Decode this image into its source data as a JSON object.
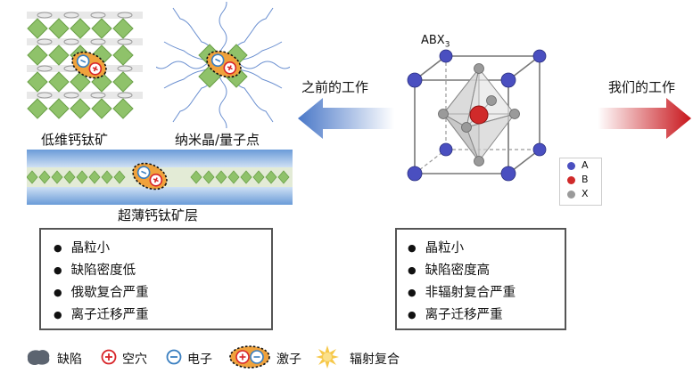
{
  "panels": {
    "low_dim": "低维钙钛矿",
    "nanocrystal": "纳米晶/量子点",
    "ultrathin": "超薄钙钛矿层"
  },
  "arrows": {
    "previous_work": "之前的工作",
    "our_work": "我们的工作"
  },
  "structure": {
    "formula_main": "ABX",
    "formula_sub": "3",
    "legend": [
      {
        "label": "A",
        "color": "#4a4fc0"
      },
      {
        "label": "B",
        "color": "#d02a2a"
      },
      {
        "label": "X",
        "color": "#9a9a9a"
      }
    ]
  },
  "left_box": [
    "晶粒小",
    "缺陷密度低",
    "俄歇复合严重",
    "离子迁移严重"
  ],
  "right_box": [
    "晶粒小",
    "缺陷密度高",
    "非辐射复合严重",
    "离子迁移严重"
  ],
  "legend": {
    "defect": "缺陷",
    "hole": "空穴",
    "electron": "电子",
    "exciton": "激子",
    "radiative": "辐射复合"
  },
  "colors": {
    "octahedron": "#8fc26a",
    "hole_red": "#d8262a",
    "electron_blue": "#3a7fc0",
    "exciton_fill": "#f0a23c",
    "arrow_blue": "#4a78c8",
    "arrow_red": "#c8161c"
  }
}
